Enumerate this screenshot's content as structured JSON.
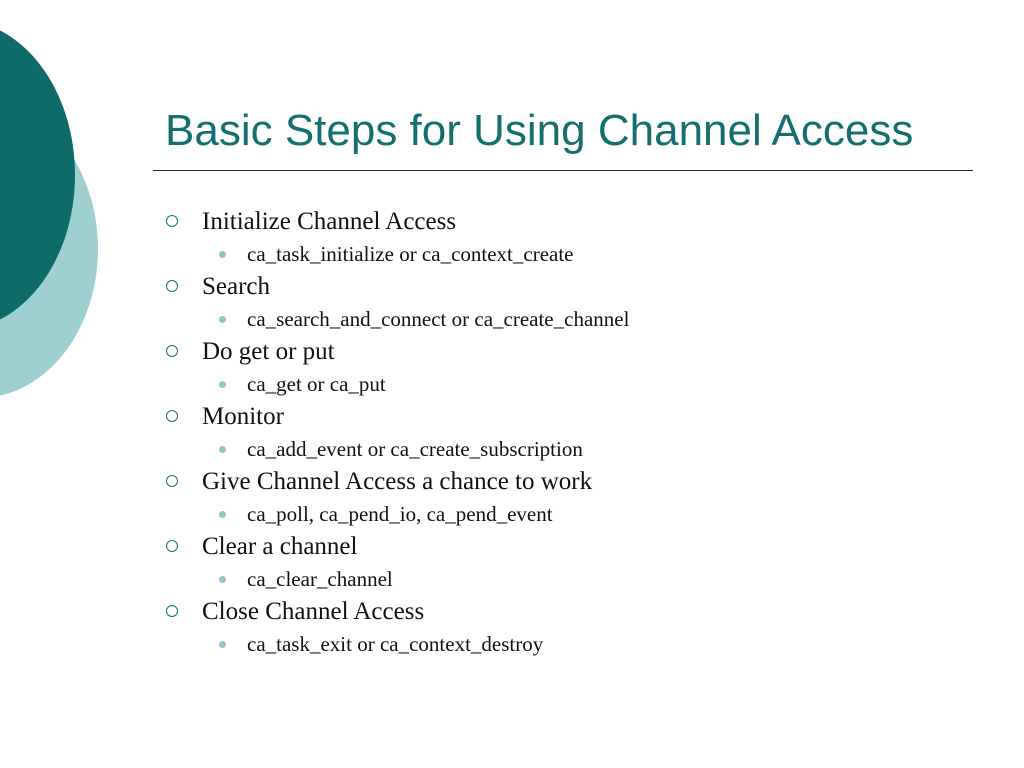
{
  "slide": {
    "title": "Basic Steps for Using Channel Access",
    "colors": {
      "title": "#14706f",
      "circle_dark": "#0f6b6a",
      "circle_light": "#9fcfd0",
      "bullet_ring": "#14706f",
      "bullet_dot": "#8fc7c8"
    },
    "icons": {
      "level1_bullet": "hollow-circle-bullet-icon",
      "level2_bullet": "filled-dot-bullet-icon"
    },
    "steps": [
      {
        "label": "Initialize Channel Access",
        "detail": "ca_task_initialize or ca_context_create"
      },
      {
        "label": "Search",
        "detail": "ca_search_and_connect or ca_create_channel"
      },
      {
        "label": "Do get or put",
        "detail": "ca_get or ca_put"
      },
      {
        "label": "Monitor",
        "detail": "ca_add_event or ca_create_subscription"
      },
      {
        "label": "Give Channel Access a chance to work",
        "detail": "ca_poll, ca_pend_io, ca_pend_event"
      },
      {
        "label": "Clear a channel",
        "detail": "ca_clear_channel"
      },
      {
        "label": "Close Channel Access",
        "detail": "ca_task_exit or ca_context_destroy"
      }
    ]
  }
}
